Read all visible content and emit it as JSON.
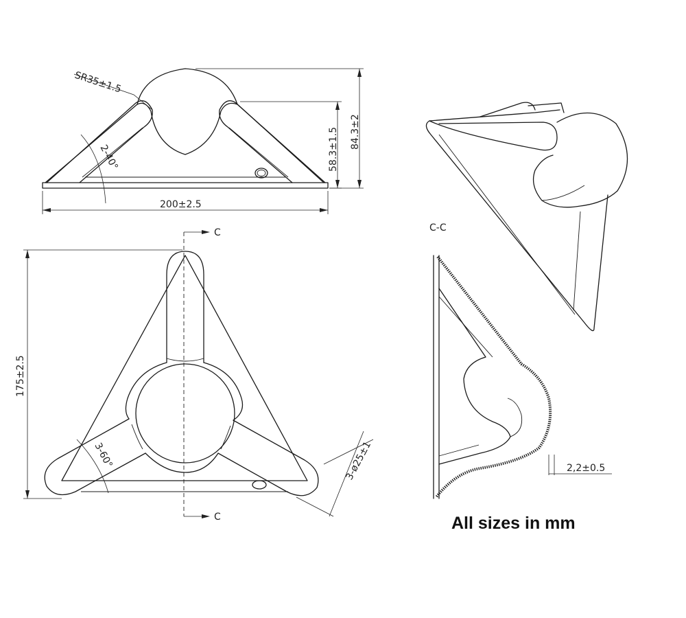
{
  "labels": {
    "sphere_radius": "SR35±1.5",
    "width": "200±2.5",
    "height_inner": "58.3±1.5",
    "height_total": "84.3±2",
    "angle_top": "2-40°",
    "section_mark": "C",
    "depth": "175±2.5",
    "angle_bottom": "3-60°",
    "arm_diameter": "3-ø25±1",
    "section_title": "C-C",
    "thickness": "2,2±0.5",
    "units_note": "All sizes in mm"
  },
  "colors": {
    "line": "#1a1a1a",
    "background": "#ffffff"
  }
}
